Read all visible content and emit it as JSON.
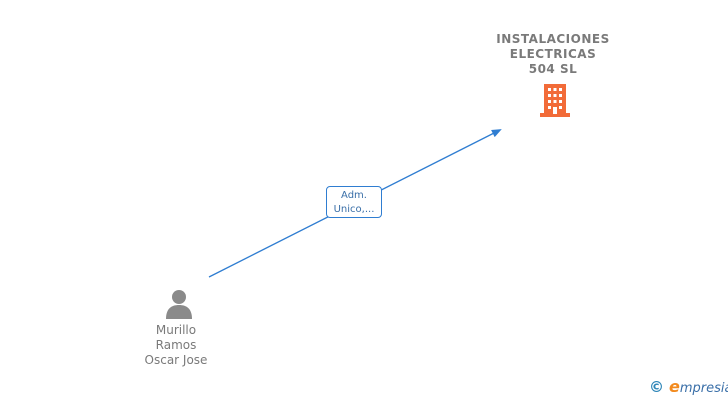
{
  "company": {
    "name_lines": [
      "INSTALACIONES",
      "ELECTRICAS",
      "504  SL"
    ],
    "icon": "building-icon",
    "icon_color": "#f26b38"
  },
  "person": {
    "name_lines": [
      "Murillo",
      "Ramos",
      "Oscar Jose"
    ],
    "icon": "person-icon",
    "icon_color": "#8a8a8a"
  },
  "relation": {
    "label_lines": [
      "Adm.",
      "Unico,..."
    ],
    "line_color": "#2f7dd1"
  },
  "footer": {
    "copyright_symbol": "©",
    "brand_first": "e",
    "brand_rest": "mpresia",
    "brand_color": "#3a6fa8",
    "accent_color": "#f28a1e"
  }
}
